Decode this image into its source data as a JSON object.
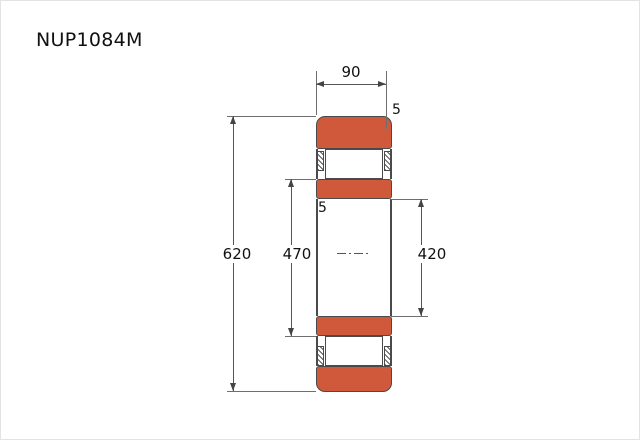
{
  "title": "NUP1084M",
  "diagram": {
    "type": "bearing-cross-section",
    "dimensions": {
      "width": "90",
      "outer_diameter": "620",
      "flange_diameter": "470",
      "bore_diameter": "420",
      "top_chamfer": "5",
      "flange_width": "5"
    },
    "colors": {
      "ring_fill": "#d0583b",
      "line": "#4a4a4a",
      "dim_line": "#555555",
      "text": "#111111",
      "background": "#ffffff"
    }
  }
}
